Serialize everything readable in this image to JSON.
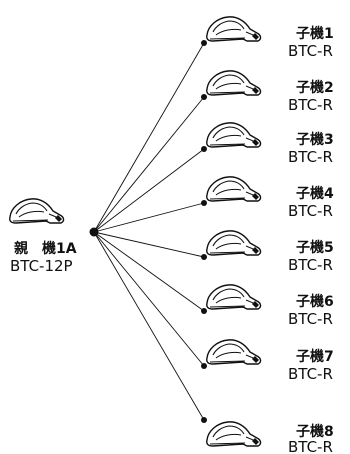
{
  "parent": {
    "name": "親　機1A",
    "model": "BTC-12P"
  },
  "children": [
    {
      "name": "子機1",
      "model": "BTC-R"
    },
    {
      "name": "子機2",
      "model": "BTC-R"
    },
    {
      "name": "子機3",
      "model": "BTC-R"
    },
    {
      "name": "子機4",
      "model": "BTC-R"
    },
    {
      "name": "子機5",
      "model": "BTC-R"
    },
    {
      "name": "子機6",
      "model": "BTC-R"
    },
    {
      "name": "子機7",
      "model": "BTC-R"
    },
    {
      "name": "子機8",
      "model": "BTC-R"
    }
  ],
  "icons": {
    "device": "telephone-handset-icon"
  },
  "colors": {
    "ink": "#111111",
    "background": "#ffffff"
  }
}
